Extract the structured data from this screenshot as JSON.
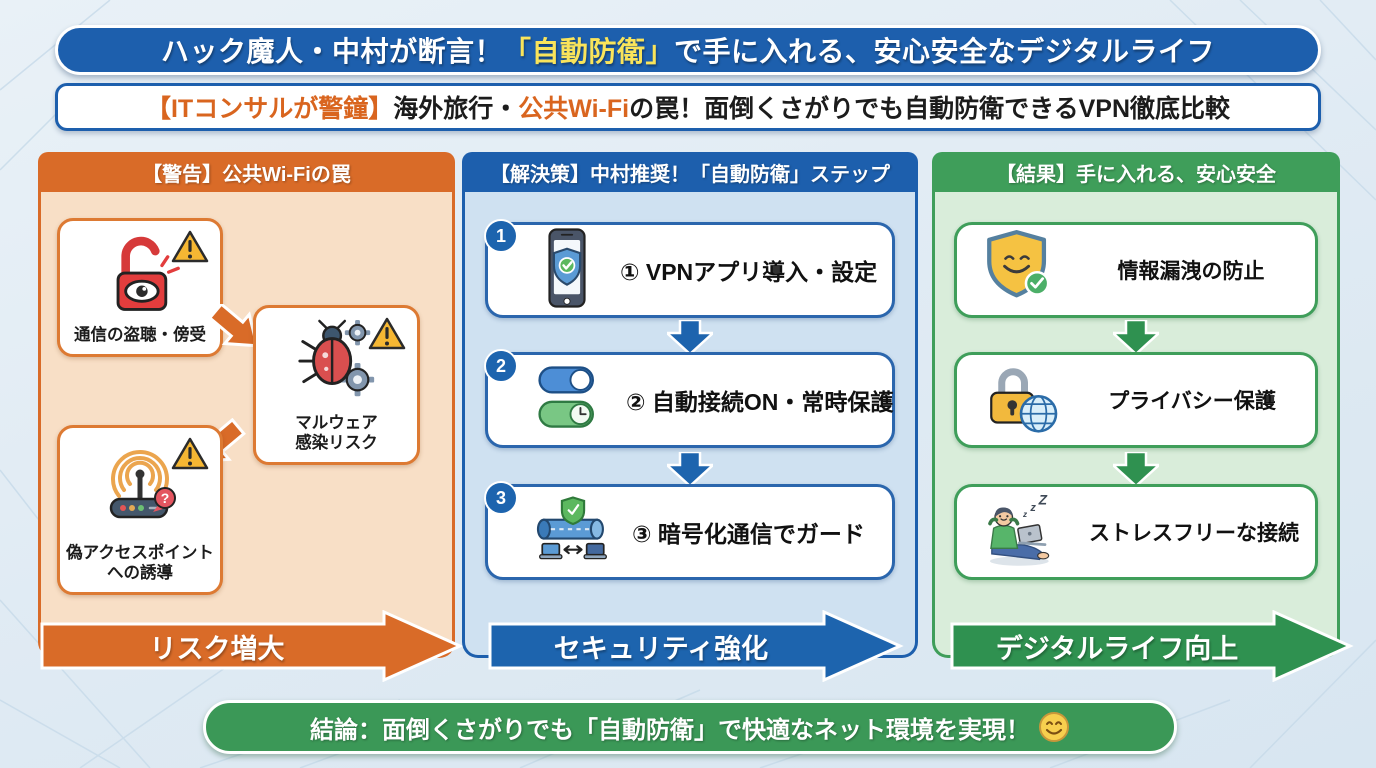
{
  "banner1": {
    "prefix": "ハック魔人・中村が断言！",
    "highlight": "「自動防衛」",
    "suffix": "で手に入れる、安心安全なデジタルライフ"
  },
  "banner2": {
    "tag": "【ITコンサルが警鐘】",
    "mid": "海外旅行・",
    "highlight": "公共Wi-Fi",
    "suffix": "の罠！面倒くさがりでも自動防衛できるVPN徹底比較"
  },
  "warning_column": {
    "header": "【警告】公共Wi-Fiの罠",
    "items": [
      {
        "label": "通信の盗聴・傍受",
        "icon": "unlocked-padlock-eye-icon"
      },
      {
        "label": "マルウェア\n感染リスク",
        "icon": "malware-bug-icon"
      },
      {
        "label": "偽アクセスポイント\nへの誘導",
        "icon": "rogue-access-point-icon"
      }
    ],
    "arrow_label": "リスク増大"
  },
  "solution_column": {
    "header": "【解決策】中村推奨！「自動防衛」ステップ",
    "steps": [
      {
        "number": "1",
        "label": "① VPNアプリ導入・設定",
        "icon": "vpn-app-phone-shield-icon"
      },
      {
        "number": "2",
        "label": "② 自動接続ON・常時保護",
        "icon": "auto-connect-toggles-icon"
      },
      {
        "number": "3",
        "label": "③ 暗号化通信でガード",
        "icon": "encrypted-tunnel-laptops-icon"
      }
    ],
    "arrow_label": "セキュリティ強化"
  },
  "result_column": {
    "header": "【結果】手に入れる、安心安全",
    "items": [
      {
        "label": "情報漏洩の防止",
        "icon": "smiling-shield-check-icon"
      },
      {
        "label": "プライバシー保護",
        "icon": "padlock-globe-icon"
      },
      {
        "label": "ストレスフリーな接続",
        "icon": "relaxed-person-laptop-icon"
      }
    ],
    "arrow_label": "デジタルライフ向上"
  },
  "conclusion": {
    "text": "結論：面倒くさがりでも「自動防衛」で快適なネット環境を実現！",
    "emoji": "smiling-face-emoji"
  },
  "colors": {
    "banner_blue": "#1d5fad",
    "accent_yellow": "#f9e45b",
    "warning_orange": "#d96b28",
    "solution_blue": "#1d64ae",
    "result_green": "#3f9e5a",
    "conclusion_green": "#3b9857",
    "alert_red": "#e23d3d"
  }
}
